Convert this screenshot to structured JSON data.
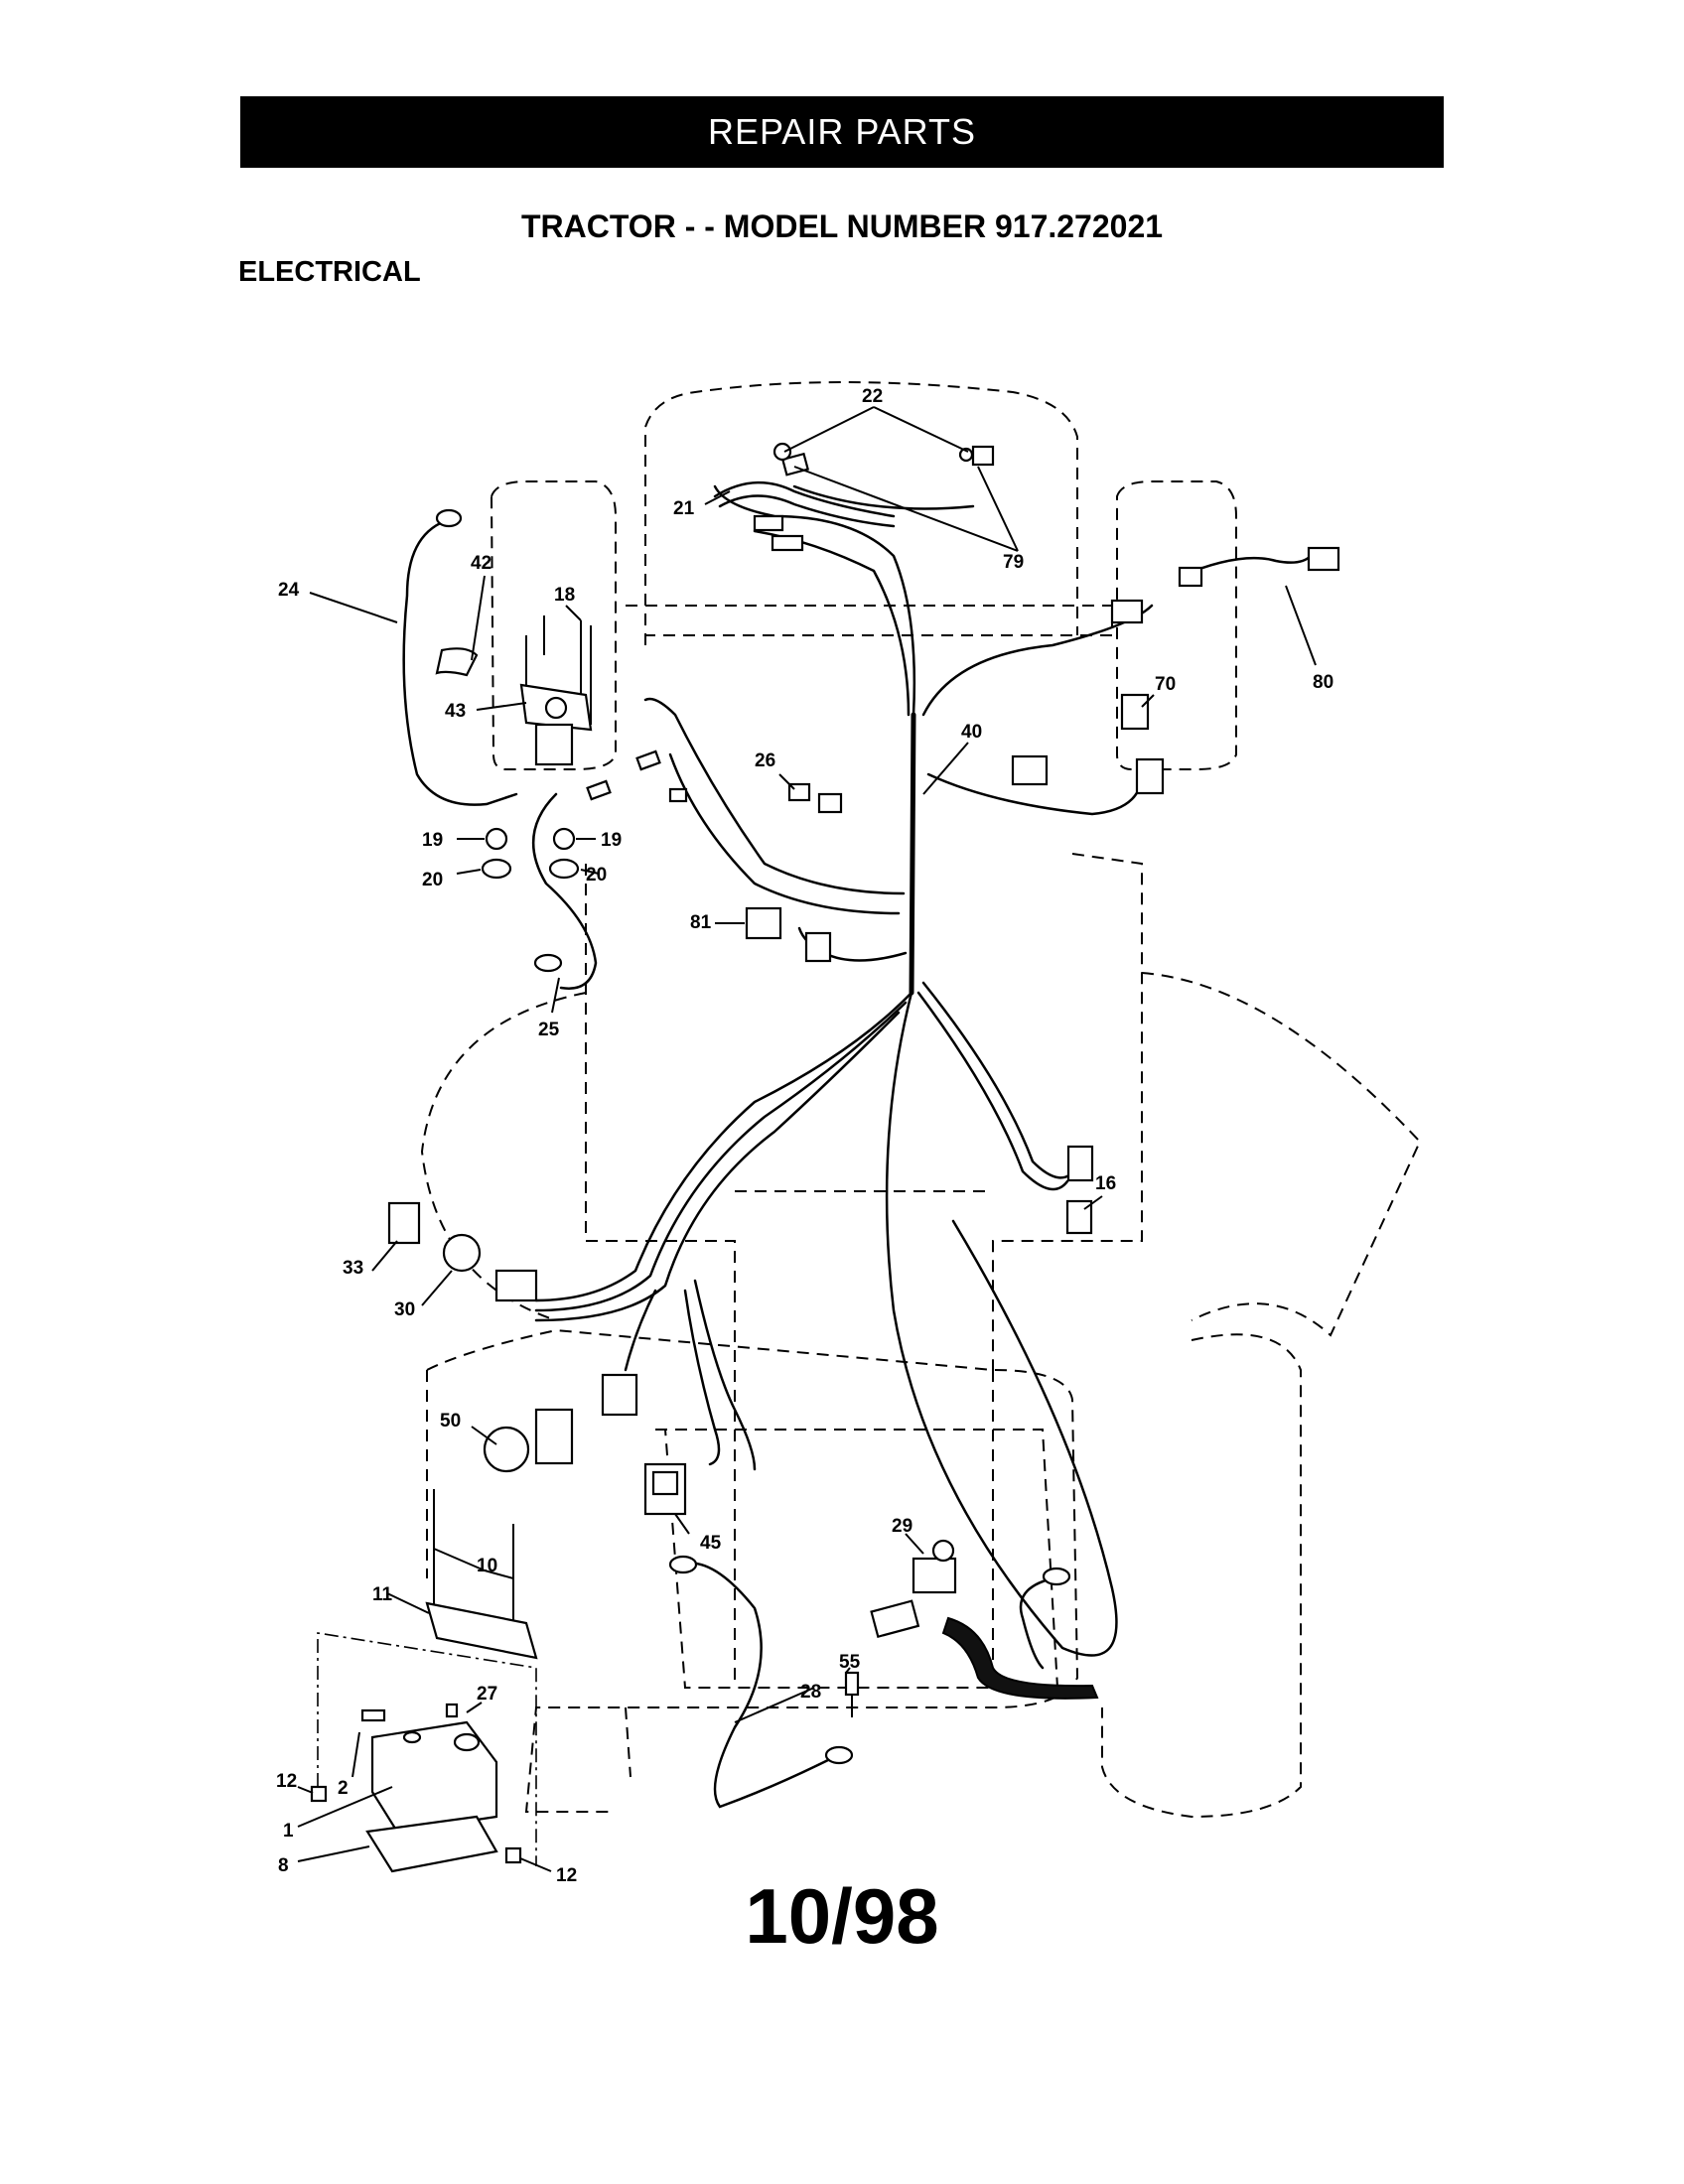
{
  "header": {
    "banner": "REPAIR PARTS"
  },
  "title": "TRACTOR - - MODEL NUMBER 917.272021",
  "section": "ELECTRICAL",
  "date_code": "10/98",
  "callouts": {
    "c1": "1",
    "c2": "2",
    "c8": "8",
    "c10": "10",
    "c11": "11",
    "c12a": "12",
    "c12b": "12",
    "c16": "16",
    "c18": "18",
    "c19a": "19",
    "c19b": "19",
    "c20a": "20",
    "c20b": "20",
    "c21": "21",
    "c22": "22",
    "c24": "24",
    "c25": "25",
    "c26": "26",
    "c27": "27",
    "c28": "28",
    "c29": "29",
    "c30": "30",
    "c33": "33",
    "c40": "40",
    "c42": "42",
    "c43": "43",
    "c45": "45",
    "c50": "50",
    "c55": "55",
    "c70": "70",
    "c79": "79",
    "c80": "80",
    "c81": "81"
  }
}
